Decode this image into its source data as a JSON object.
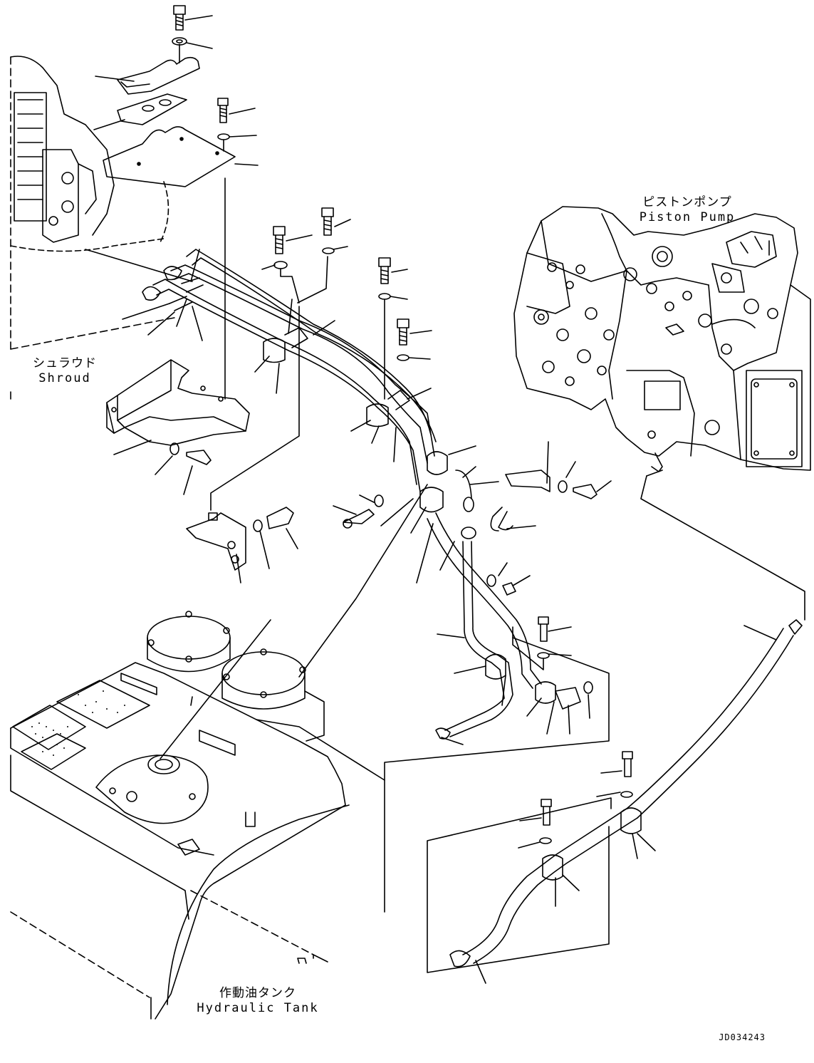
{
  "labels": {
    "shroud": {
      "jp": "シュラウド",
      "en": "Shroud"
    },
    "pump": {
      "jp": "ピストンポンプ",
      "en": "Piston Pump"
    },
    "tank": {
      "jp": "作動油タンク",
      "en": "Hydraulic Tank"
    }
  },
  "document_code": "JD034243"
}
